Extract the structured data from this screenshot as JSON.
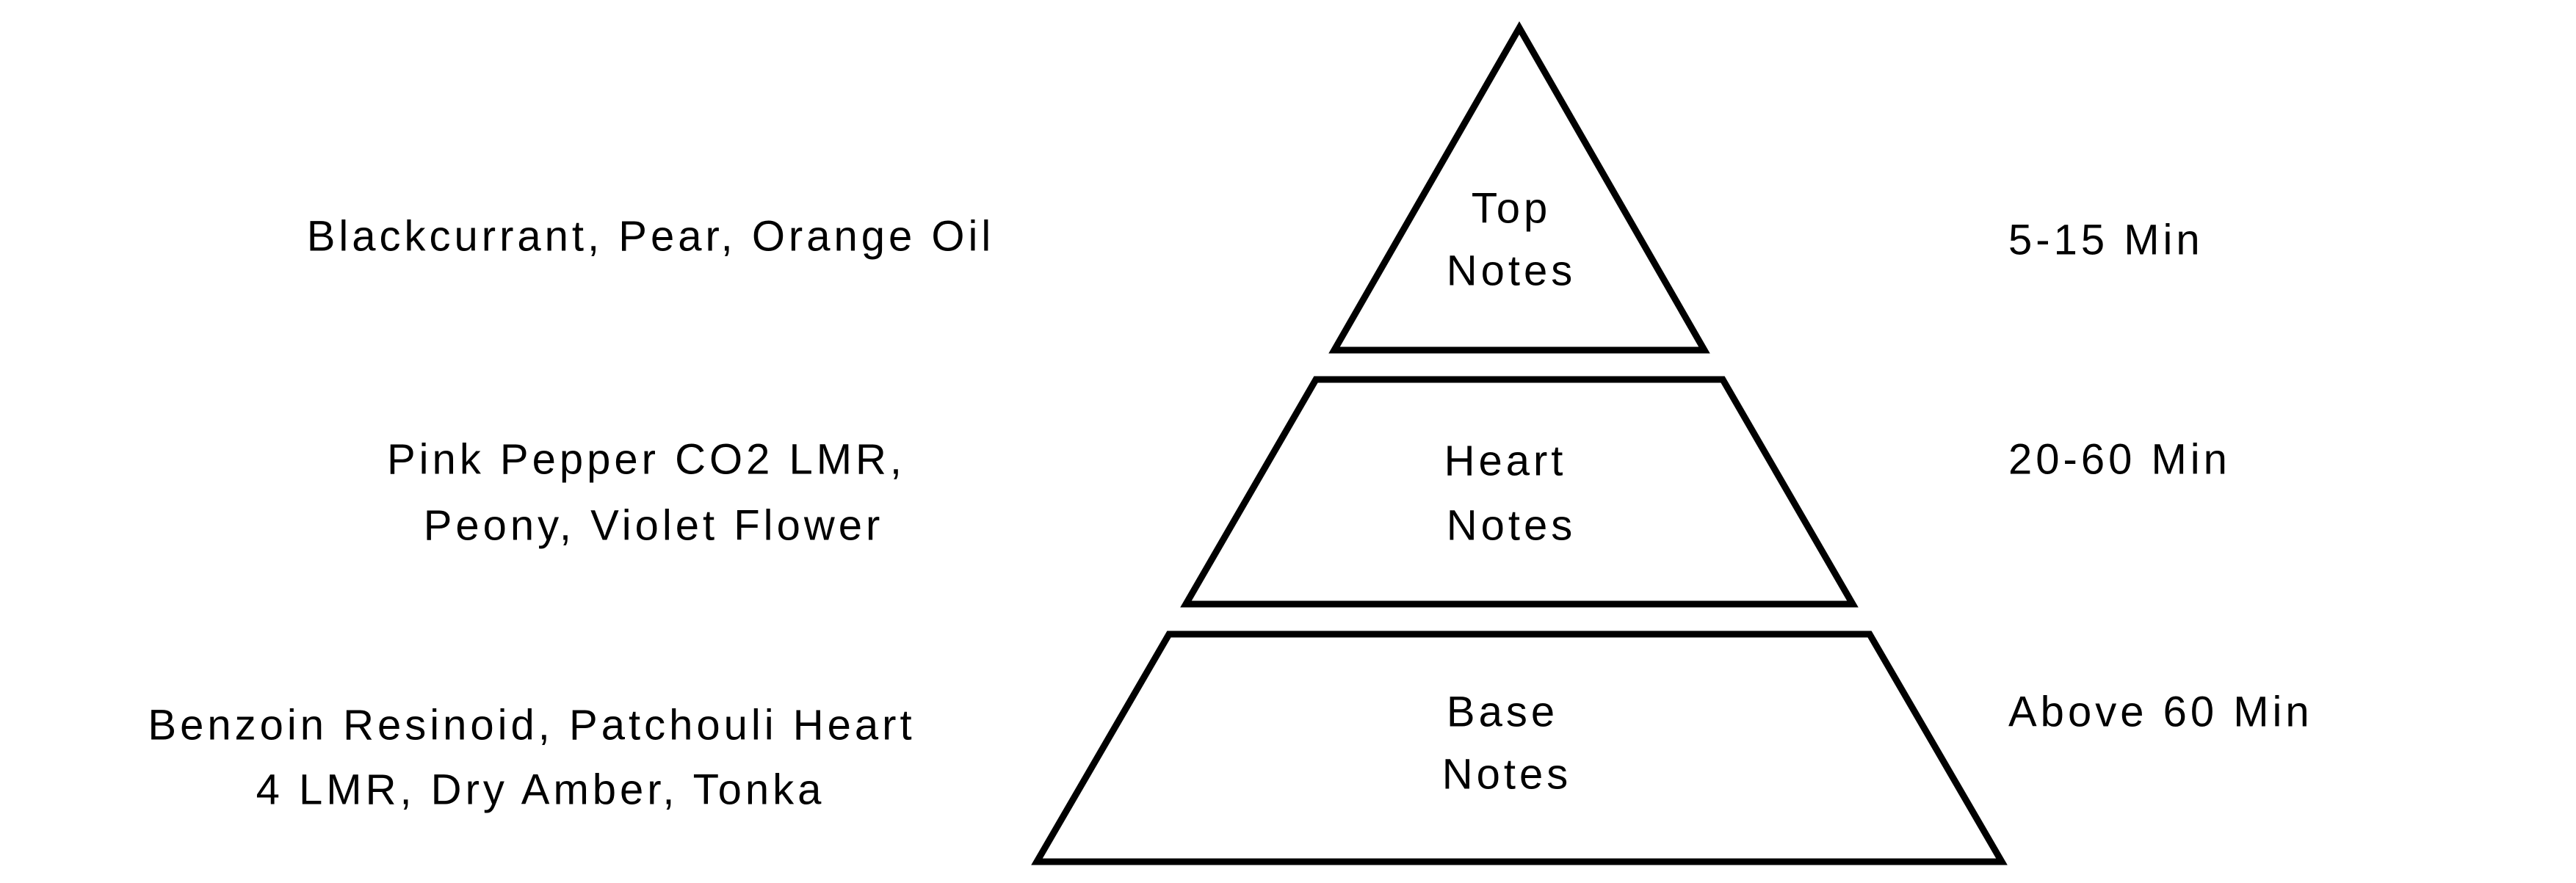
{
  "tiers": [
    {
      "label": [
        "Top",
        "Notes"
      ],
      "ingredients": [
        "Blackcurrant, Pear, Orange Oil"
      ],
      "duration": "5-15 Min"
    },
    {
      "label": [
        "Heart",
        "Notes"
      ],
      "ingredients": [
        "Pink Pepper CO2 LMR,",
        "Peony, Violet Flower"
      ],
      "duration": "20-60 Min"
    },
    {
      "label": [
        "Base",
        "Notes"
      ],
      "ingredients": [
        "Benzoin Resinoid, Patchouli Heart",
        "4 LMR, Dry Amber, Tonka"
      ],
      "duration": "Above 60 Min"
    }
  ],
  "colors": {
    "stroke": "#000000",
    "background": "#ffffff"
  }
}
